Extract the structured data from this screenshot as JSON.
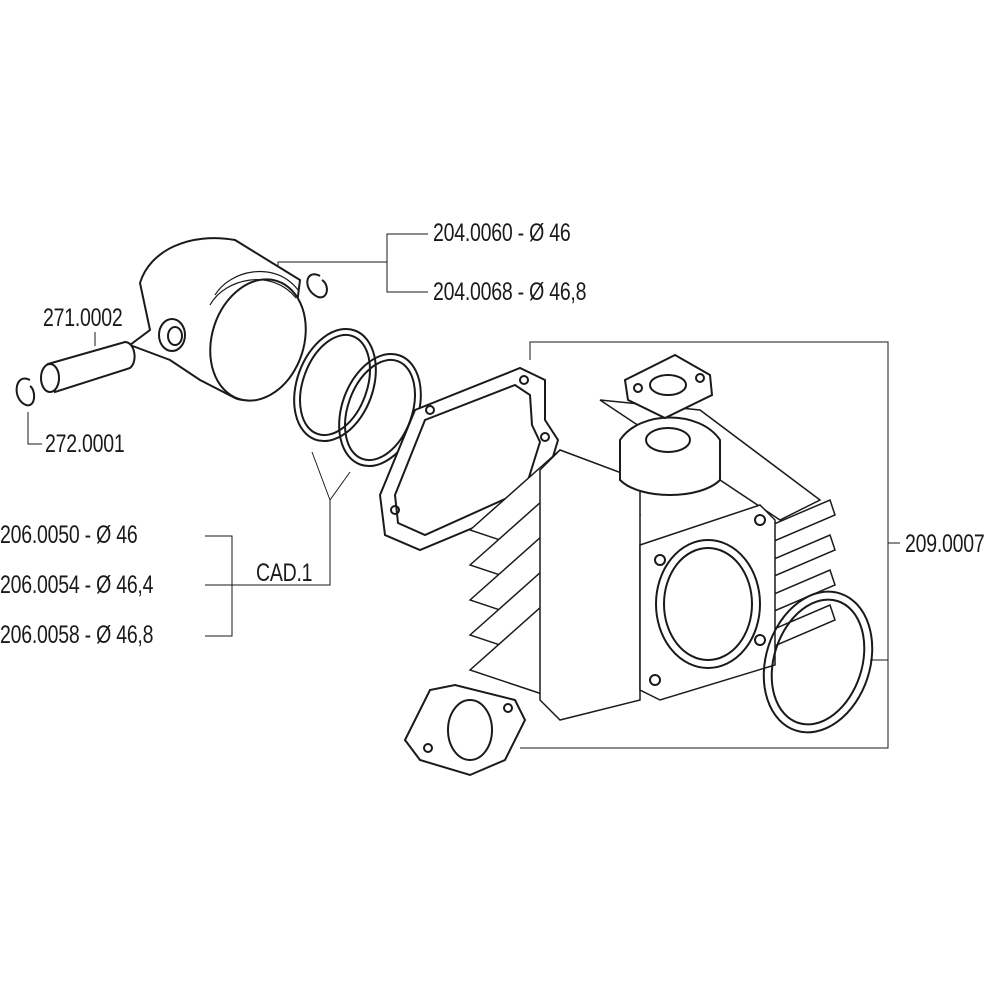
{
  "labels": {
    "piston_a": "204.0060 - Ø 46",
    "piston_b": "204.0068 - Ø 46,8",
    "pin": "271.0002",
    "clip": "272.0001",
    "ring_a": "206.0050 - Ø 46",
    "ring_b": "206.0054 - Ø 46,4",
    "ring_c": "206.0058 - Ø 46,8",
    "ring_qty": "CAD.1",
    "cylinder_kit": "209.0007"
  },
  "colors": {
    "line": "#1a1a1a",
    "background": "#ffffff"
  }
}
